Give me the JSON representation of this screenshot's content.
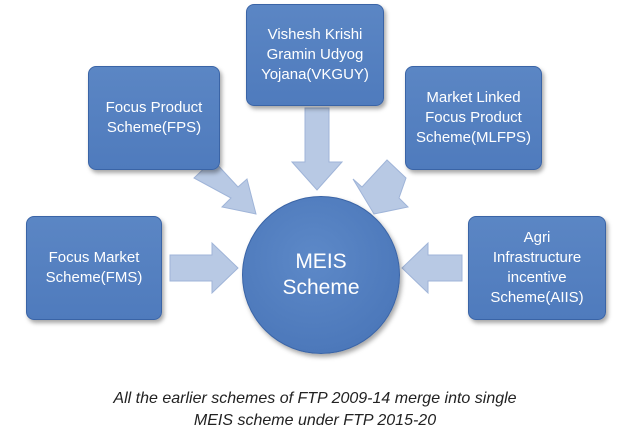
{
  "nodes": {
    "vkguy": "Vishesh Krishi\nGramin Udyog\nYojana(VKGUY)",
    "fps": "Focus Product\nScheme(FPS)",
    "mlfps": "Market Linked\nFocus Product\nScheme(MLFPS)",
    "fms": "Focus Market\nScheme(FMS)",
    "aiis": "Agri\nInfrastructure\nincentive\nScheme(AIIS)"
  },
  "center": {
    "label": "MEIS\nScheme"
  },
  "caption": {
    "line1": "All the earlier schemes of FTP 2009-14 merge into single",
    "line2": "MEIS scheme under FTP 2015-20"
  },
  "colors": {
    "box": "#4f7bbd",
    "arrow": "#b8c9e4"
  }
}
